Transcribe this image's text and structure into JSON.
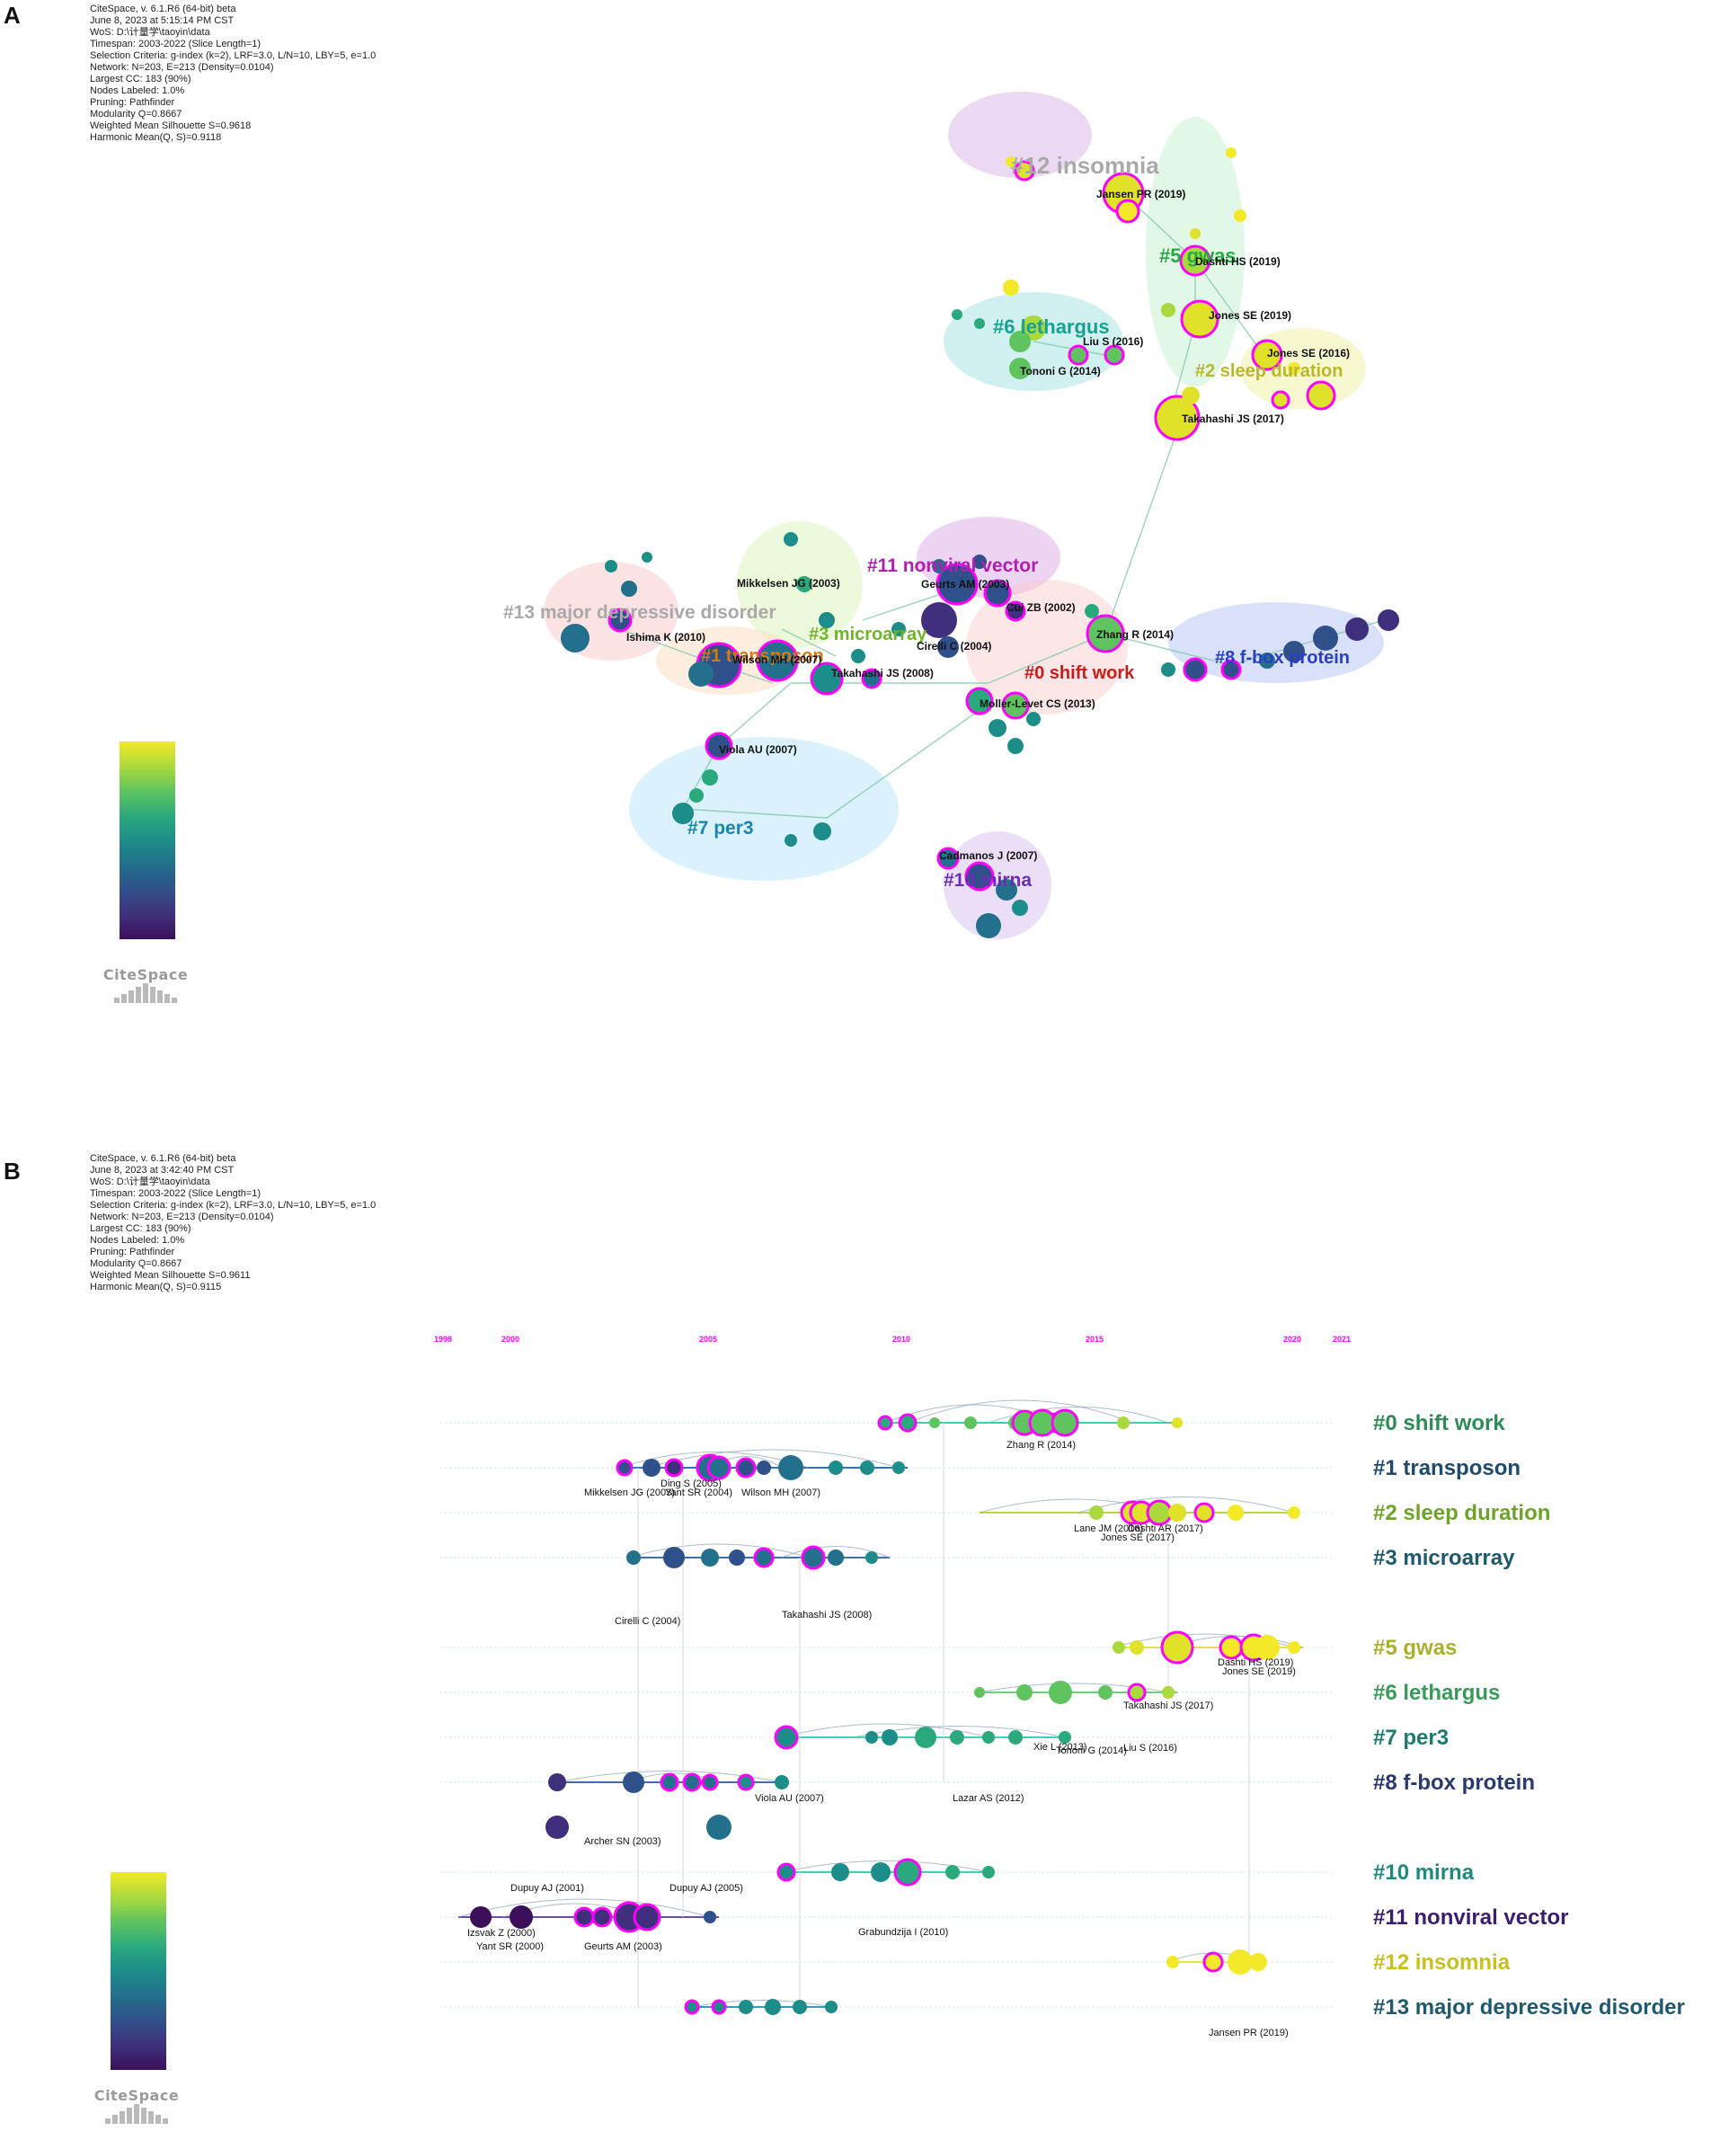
{
  "panel_a": {
    "letter": "A",
    "meta_lines": [
      "CiteSpace, v. 6.1.R6 (64-bit) beta",
      "June 8, 2023 at 5:15:14 PM CST",
      "WoS: D:\\计量学\\taoyin\\data",
      "Timespan: 2003-2022 (Slice Length=1)",
      "Selection Criteria: g-index (k=2), LRF=3.0, L/N=10, LBY=5, e=1.0",
      "Network: N=203, E=213 (Density=0.0104)",
      "Largest CC: 183 (90%)",
      "Nodes Labeled: 1.0%",
      "Pruning: Pathfinder",
      "Modularity Q=0.8667",
      "Weighted Mean Silhouette S=0.9618",
      "Harmonic Mean(Q, S)=0.9118"
    ],
    "clusters": [
      {
        "label": "#12 insomnia",
        "color": "#a9a9a9"
      },
      {
        "label": "#5 gwas",
        "color": "#27a845"
      },
      {
        "label": "#6 lethargus",
        "color": "#1aa090"
      },
      {
        "label": "#2 sleep duration",
        "color": "#b8b82a"
      },
      {
        "label": "#11 nonviral vector",
        "color": "#b01fb0"
      },
      {
        "label": "#13 major depressive disorder",
        "color": "#a9a9a9"
      },
      {
        "label": "#3 microarray",
        "color": "#6fb52a"
      },
      {
        "label": "#1 transposon",
        "color": "#d07a1a"
      },
      {
        "label": "#0 shift work",
        "color": "#c91c1c"
      },
      {
        "label": "#8 f-box protein",
        "color": "#2a3fc0"
      },
      {
        "label": "#7 per3",
        "color": "#1a86b0"
      },
      {
        "label": "#10 mirna",
        "color": "#6a2fb0"
      }
    ],
    "node_labels": [
      "Jansen PR (2019)",
      "Dashti HS (2019)",
      "Jones SE (2019)",
      "Jones SE (2016)",
      "Liu S (2016)",
      "Tononi G (2014)",
      "Takahashi JS (2017)",
      "Geurts AM (2003)",
      "Cui ZB (2002)",
      "Mikkelsen JG (2003)",
      "Ishima K (2010)",
      "Cirelli C (2004)",
      "Zhang R (2014)",
      "Wilson MH (2007)",
      "Takahashi JS (2008)",
      "Moller-Levet CS (2013)",
      "Viola AU (2007)",
      "Cadmanos J (2007)"
    ]
  },
  "panel_b": {
    "letter": "B",
    "meta_lines": [
      "CiteSpace, v. 6.1.R6 (64-bit) beta",
      "June 8, 2023 at 3:42:40 PM CST",
      "WoS: D:\\计量学\\taoyin\\data",
      "Timespan: 2003-2022 (Slice Length=1)",
      "Selection Criteria: g-index (k=2), LRF=3.0, L/N=10, LBY=5, e=1.0",
      "Network: N=203, E=213 (Density=0.0104)",
      "Largest CC: 183 (90%)",
      "Nodes Labeled: 1.0%",
      "Pruning: Pathfinder",
      "Modularity Q=0.8667",
      "Weighted Mean Silhouette S=0.9611",
      "Harmonic Mean(Q, S)=0.9115"
    ],
    "years": [
      "1998",
      "2000",
      "2005",
      "2010",
      "2015",
      "2020",
      "2021"
    ],
    "rows": [
      {
        "label": "#0 shift work",
        "color": "#2e8b57"
      },
      {
        "label": "#1 transposon",
        "color": "#1e4a6e"
      },
      {
        "label": "#2 sleep duration",
        "color": "#6ea32a"
      },
      {
        "label": "#3 microarray",
        "color": "#1e5a6e"
      },
      {
        "label": "#5 gwas",
        "color": "#a9b02a"
      },
      {
        "label": "#6 lethargus",
        "color": "#3a9a5a"
      },
      {
        "label": "#7 per3",
        "color": "#1e7a6e"
      },
      {
        "label": "#8 f-box protein",
        "color": "#2a3a6e"
      },
      {
        "label": "#10 mirna",
        "color": "#1e8a7e"
      },
      {
        "label": "#11 nonviral vector",
        "color": "#3a1e6e"
      },
      {
        "label": "#12 insomnia",
        "color": "#c8c020"
      },
      {
        "label": "#13 major depressive disorder",
        "color": "#1e5a6e"
      }
    ],
    "node_labels": [
      "Zhang R (2014)",
      "Ding S (2005)",
      "Mikkelsen JG (2003)",
      "Yant SR (2004)",
      "Wilson MH (2007)",
      "Lane JM (2016)",
      "Dashti AR (2017)",
      "Jones SE (2017)",
      "Cirelli C (2004)",
      "Takahashi JS (2008)",
      "Dashti HS (2019)",
      "Jones SE (2019)",
      "Takahashi JS (2017)",
      "Xie L (2013)",
      "Tononi G (2014)",
      "Liu S (2016)",
      "Viola AU (2007)",
      "Lazar AS (2012)",
      "Archer SN (2003)",
      "Dupuy AJ (2001)",
      "Dupuy AJ (2005)",
      "Grabundzija I (2010)",
      "Izsvak Z (2000)",
      "Yant SR (2000)",
      "Geurts AM (2003)",
      "Jansen PR (2019)"
    ]
  },
  "logo": {
    "text": "CiteSpace"
  },
  "colors": {
    "citation_ring": "#ff00ff",
    "year_label": "#ff00ff"
  }
}
